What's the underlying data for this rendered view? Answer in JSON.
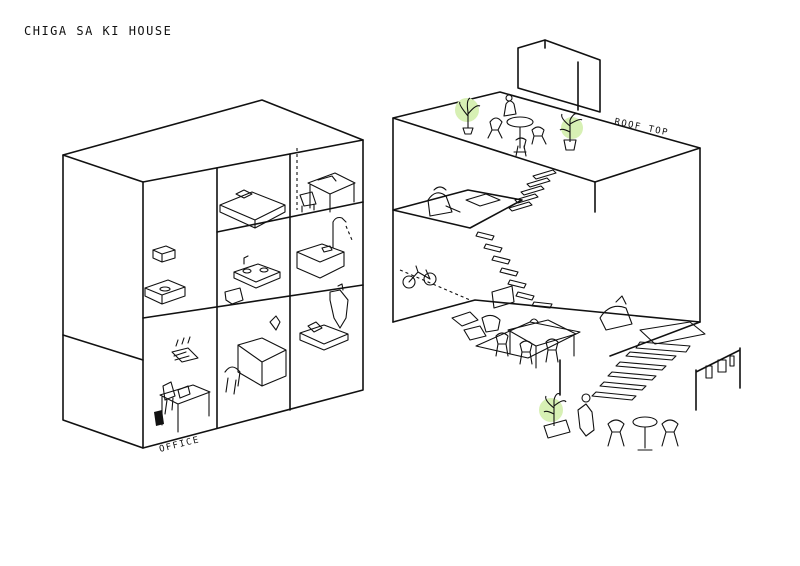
{
  "title": "CHIGA SA KI HOUSE",
  "labels": {
    "office": "OFFICE",
    "rooftop": "ROOF TOP"
  },
  "colors": {
    "line": "#111111",
    "plant_glow": "#d7f0b4",
    "background": "#ffffff"
  }
}
